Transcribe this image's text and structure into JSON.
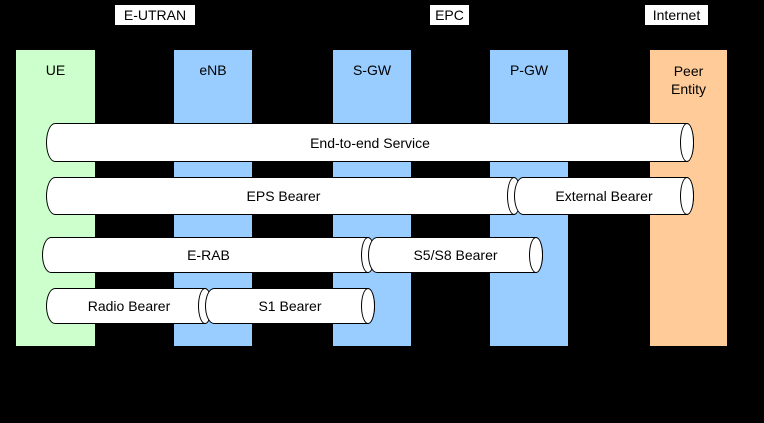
{
  "regions": [
    {
      "id": "eutran",
      "label": "E-UTRAN"
    },
    {
      "id": "epc",
      "label": "EPC"
    },
    {
      "id": "internet",
      "label": "Internet"
    }
  ],
  "nodes": [
    {
      "id": "ue",
      "label": "UE",
      "color": "#ccffcc"
    },
    {
      "id": "enb",
      "label": "eNB",
      "color": "#99ccff"
    },
    {
      "id": "sgw",
      "label": "S-GW",
      "color": "#99ccff"
    },
    {
      "id": "pgw",
      "label": "P-GW",
      "color": "#99ccff"
    },
    {
      "id": "peer",
      "label": "Peer Entity",
      "color": "#ffcc99"
    }
  ],
  "bearers": [
    {
      "label": "End-to-end Service",
      "from": "UE",
      "to": "Peer Entity"
    },
    {
      "label": "EPS Bearer",
      "from": "UE",
      "to": "P-GW"
    },
    {
      "label": "External Bearer",
      "from": "P-GW",
      "to": "Peer Entity"
    },
    {
      "label": "E-RAB",
      "from": "UE",
      "to": "S-GW"
    },
    {
      "label": "S5/S8 Bearer",
      "from": "S-GW",
      "to": "P-GW"
    },
    {
      "label": "Radio Bearer",
      "from": "UE",
      "to": "eNB"
    },
    {
      "label": "S1 Bearer",
      "from": "eNB",
      "to": "S-GW"
    }
  ],
  "colors": {
    "background": "#000000",
    "pipe_fill": "#ffffff",
    "outline": "#000000",
    "label_chip": "#ffffff",
    "ue_fill": "#ccffcc",
    "gateway_fill": "#99ccff",
    "peer_fill": "#ffcc99"
  }
}
